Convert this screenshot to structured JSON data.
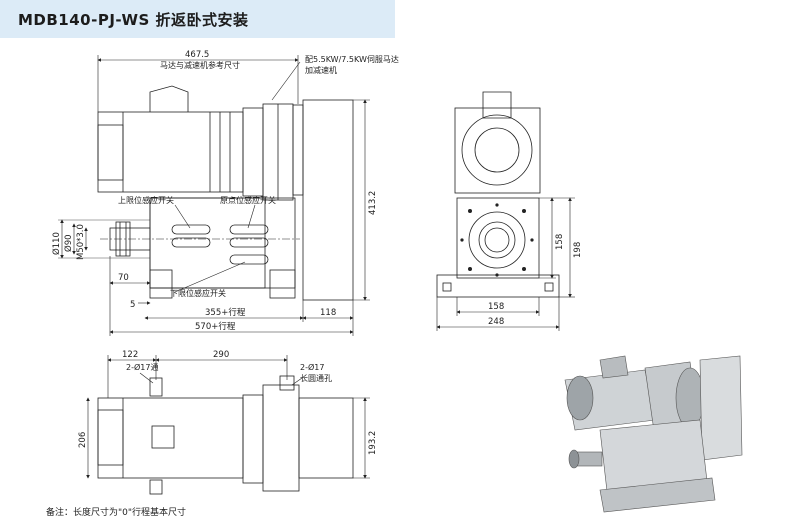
{
  "title": "MDB140-PJ-WS 折返卧式安装",
  "footnote": "备注：长度尺寸为\"0\"行程基本尺寸",
  "side_view": {
    "dim_total_top": "467.5",
    "dim_total_top_note": "马达与减速机参考尺寸",
    "motor_note_line1": "配5.5KW/7.5KW伺服马达",
    "motor_note_line2": "加减速机",
    "height_dim": "413.2",
    "diam_outer": "Ø110",
    "diam_inner": "Ø90",
    "thread": "M50*3.0",
    "upper_sensor": "上限位感应开关",
    "origin_sensor": "原点位感应开关",
    "lower_sensor": "下限位感应开关",
    "dim_70": "70",
    "dim_5": "5",
    "dim_355": "355+行程",
    "dim_118": "118",
    "dim_570": "570+行程"
  },
  "front_view": {
    "dim_158_h": "158",
    "dim_198_h": "198",
    "dim_158_w": "158",
    "dim_248_w": "248"
  },
  "top_view": {
    "dim_122": "122",
    "dim_290": "290",
    "hole_left": "2-Ø17通",
    "hole_right_line1": "2-Ø17",
    "hole_right_line2": "长圆通孔",
    "dim_206": "206",
    "dim_193": "193.2"
  }
}
